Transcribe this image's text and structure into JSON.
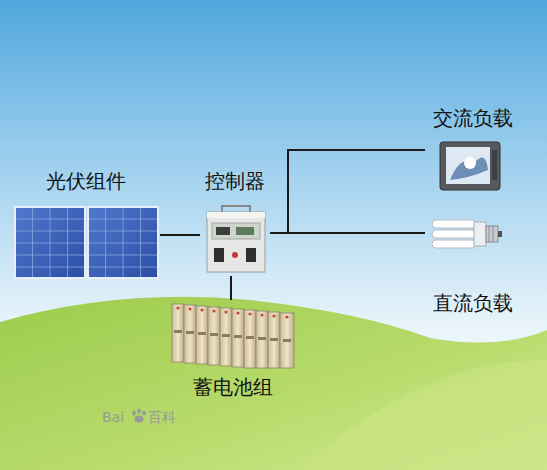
{
  "diagram": {
    "nodes": [
      {
        "text": [
          "光伏组件"
        ]
      },
      {
        "text": [
          "控制器"
        ]
      },
      {
        "text": [
          "交流负载"
        ]
      },
      {
        "text": [
          "直流负载"
        ]
      },
      {
        "text": [
          "蓄电池组"
        ]
      }
    ],
    "edges": [
      {
        "from": 0,
        "to": 1,
        "arrow": "none"
      },
      {
        "from": 1,
        "to": 2,
        "arrow": "none"
      },
      {
        "from": 1,
        "to": 3,
        "arrow": "none"
      },
      {
        "from": 1,
        "to": 4,
        "arrow": "none"
      }
    ],
    "labels": [
      "Bai",
      "百科"
    ]
  }
}
